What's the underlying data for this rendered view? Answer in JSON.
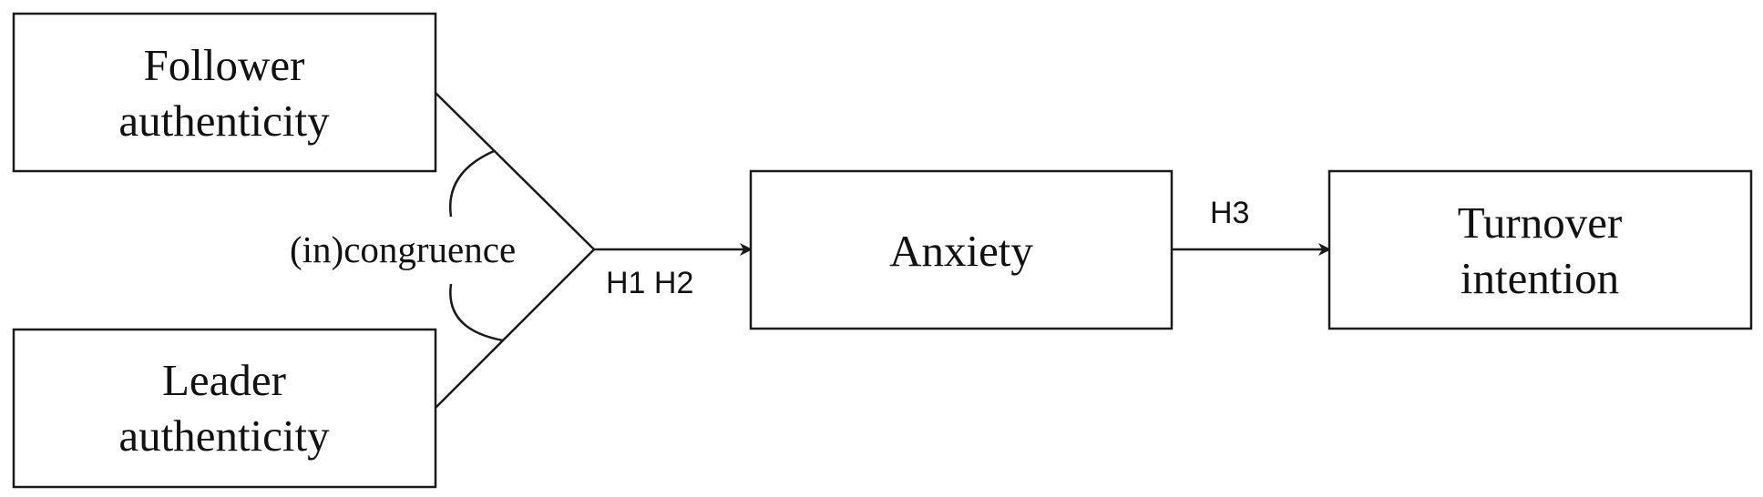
{
  "nodes": {
    "follower": {
      "line1": "Follower",
      "line2": "authenticity"
    },
    "leader": {
      "line1": "Leader",
      "line2": "authenticity"
    },
    "anxiety": {
      "label": "Anxiety"
    },
    "turnover": {
      "line1": "Turnover",
      "line2": "intention"
    }
  },
  "congruence_label": "(in)congruence",
  "edges": {
    "to_anxiety_label": "H1 H2",
    "to_turnover_label": "H3"
  }
}
